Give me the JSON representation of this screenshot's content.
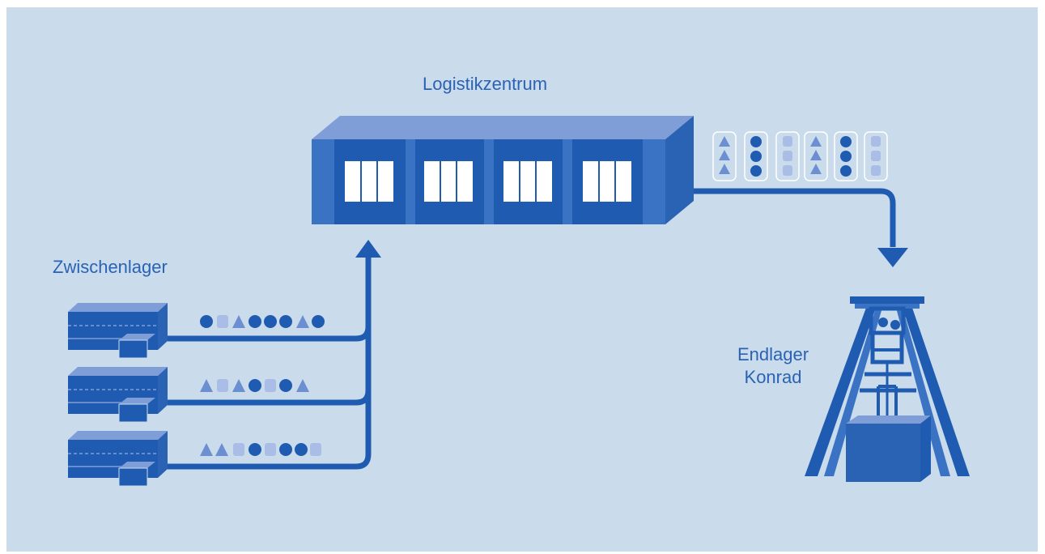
{
  "labels": {
    "logistikzentrum": "Logistikzentrum",
    "zwischenlager": "Zwischenlager",
    "endlager_line1": "Endlager",
    "endlager_line2": "Konrad"
  },
  "colors": {
    "background": "#cadcec",
    "dark_blue": "#1f5bb0",
    "mid_blue": "#3b73c4",
    "light_blue": "#7f9ed8",
    "pale_blue": "#a9bde6",
    "label_blue": "#2a62b4"
  },
  "icons": {
    "building": "storage-building-icon",
    "shaft": "headframe-icon",
    "container_symbols": [
      "circle",
      "rounded-square",
      "triangle"
    ]
  }
}
